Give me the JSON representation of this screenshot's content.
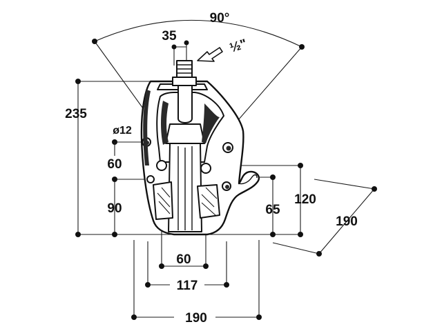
{
  "diagram": {
    "dimensions": {
      "angle": "90°",
      "outlet_width": "35",
      "thread": "½\"",
      "height_total": "235",
      "hole_diameter": "ø12",
      "hole_spacing_vertical": "60",
      "lower_height": "90",
      "height_120": "120",
      "height_65": "65",
      "depth": "190",
      "width_60": "60",
      "width_117": "117",
      "width_190": "190"
    }
  }
}
